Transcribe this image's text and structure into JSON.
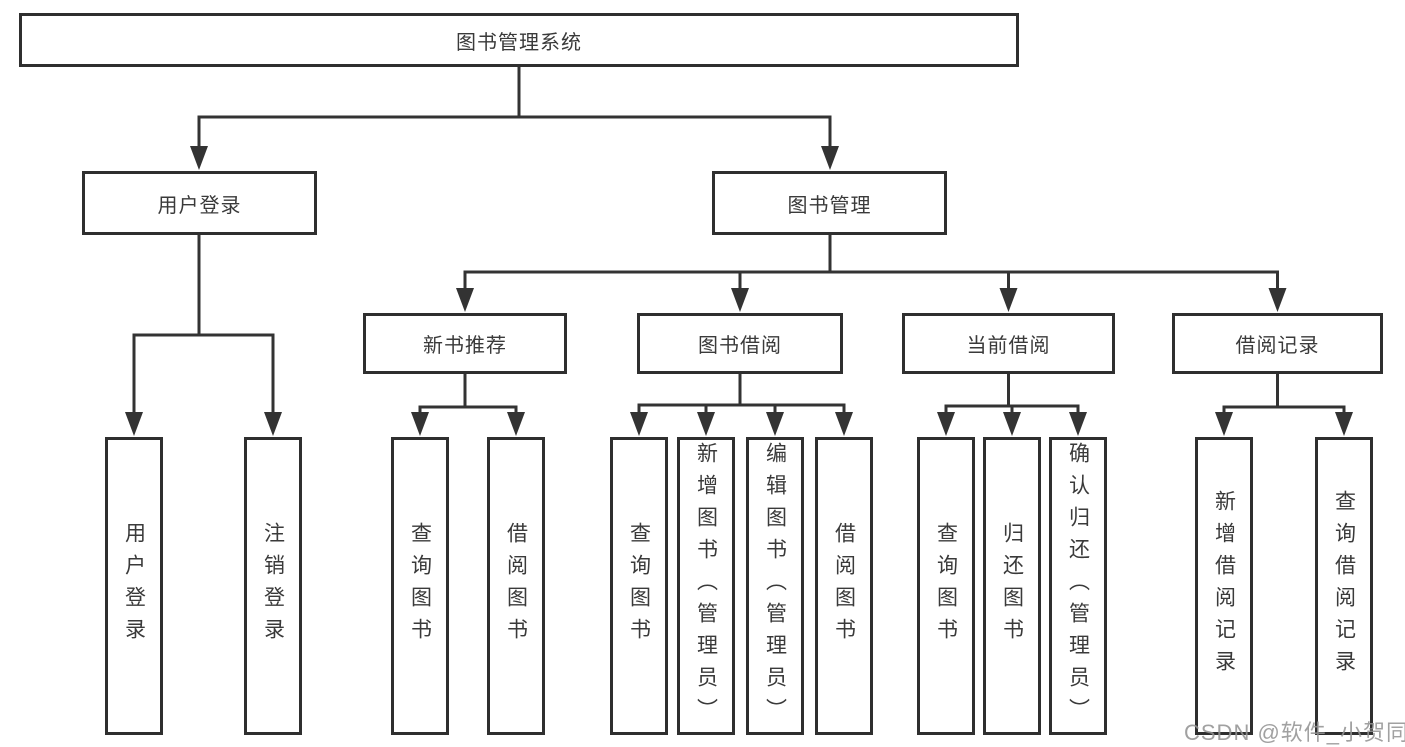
{
  "tree": {
    "label": "图书管理系统",
    "children": [
      {
        "label": "用户登录",
        "children": [
          {
            "label": "用户登录"
          },
          {
            "label": "注销登录"
          }
        ]
      },
      {
        "label": "图书管理",
        "children": [
          {
            "label": "新书推荐",
            "children": [
              {
                "label": "查询图书"
              },
              {
                "label": "借阅图书"
              }
            ]
          },
          {
            "label": "图书借阅",
            "children": [
              {
                "label": "查询图书"
              },
              {
                "label": "新增图书（管理员）"
              },
              {
                "label": "编辑图书（管理员）"
              },
              {
                "label": "借阅图书"
              }
            ]
          },
          {
            "label": "当前借阅",
            "children": [
              {
                "label": "查询图书"
              },
              {
                "label": "归还图书"
              },
              {
                "label": "确认归还（管理员）"
              }
            ]
          },
          {
            "label": "借阅记录",
            "children": [
              {
                "label": "新增借阅记录"
              },
              {
                "label": "查询借阅记录"
              }
            ]
          }
        ]
      }
    ]
  },
  "watermark": {
    "text": "CSDN @软件_小贺同学"
  },
  "colors": {
    "line": "#333333",
    "box_border": "#2f2f2f",
    "text": "#3a3a3a",
    "watermark": "#949494",
    "background": "#ffffff"
  }
}
